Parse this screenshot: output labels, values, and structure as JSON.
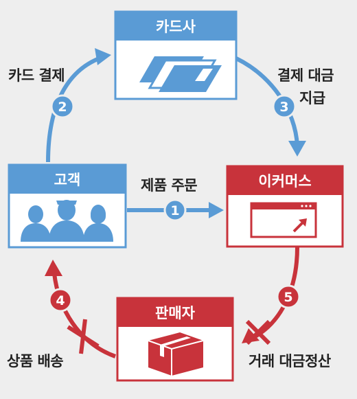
{
  "nodes": {
    "card_company": {
      "title": "카드사",
      "icon": "credit-cards-icon",
      "color": "#5a9bd5"
    },
    "customer": {
      "title": "고객",
      "icon": "people-icon",
      "color": "#5a9bd5"
    },
    "ecommerce": {
      "title": "이커머스",
      "icon": "browser-window-icon",
      "color": "#c8333b"
    },
    "seller": {
      "title": "판매자",
      "icon": "box-icon",
      "color": "#c8333b"
    }
  },
  "flows": [
    {
      "step": "1",
      "label": "제품 주문",
      "color": "#5a9bd5"
    },
    {
      "step": "2",
      "label": "카드 결제",
      "color": "#5a9bd5"
    },
    {
      "step": "3",
      "label_line1": "결제 대금",
      "label_line2": "지급",
      "color": "#5a9bd5"
    },
    {
      "step": "4",
      "label": "상품 배송",
      "color": "#c8333b",
      "blocked": true
    },
    {
      "step": "5",
      "label": "거래 대금정산",
      "color": "#c8333b",
      "blocked": true
    }
  ]
}
